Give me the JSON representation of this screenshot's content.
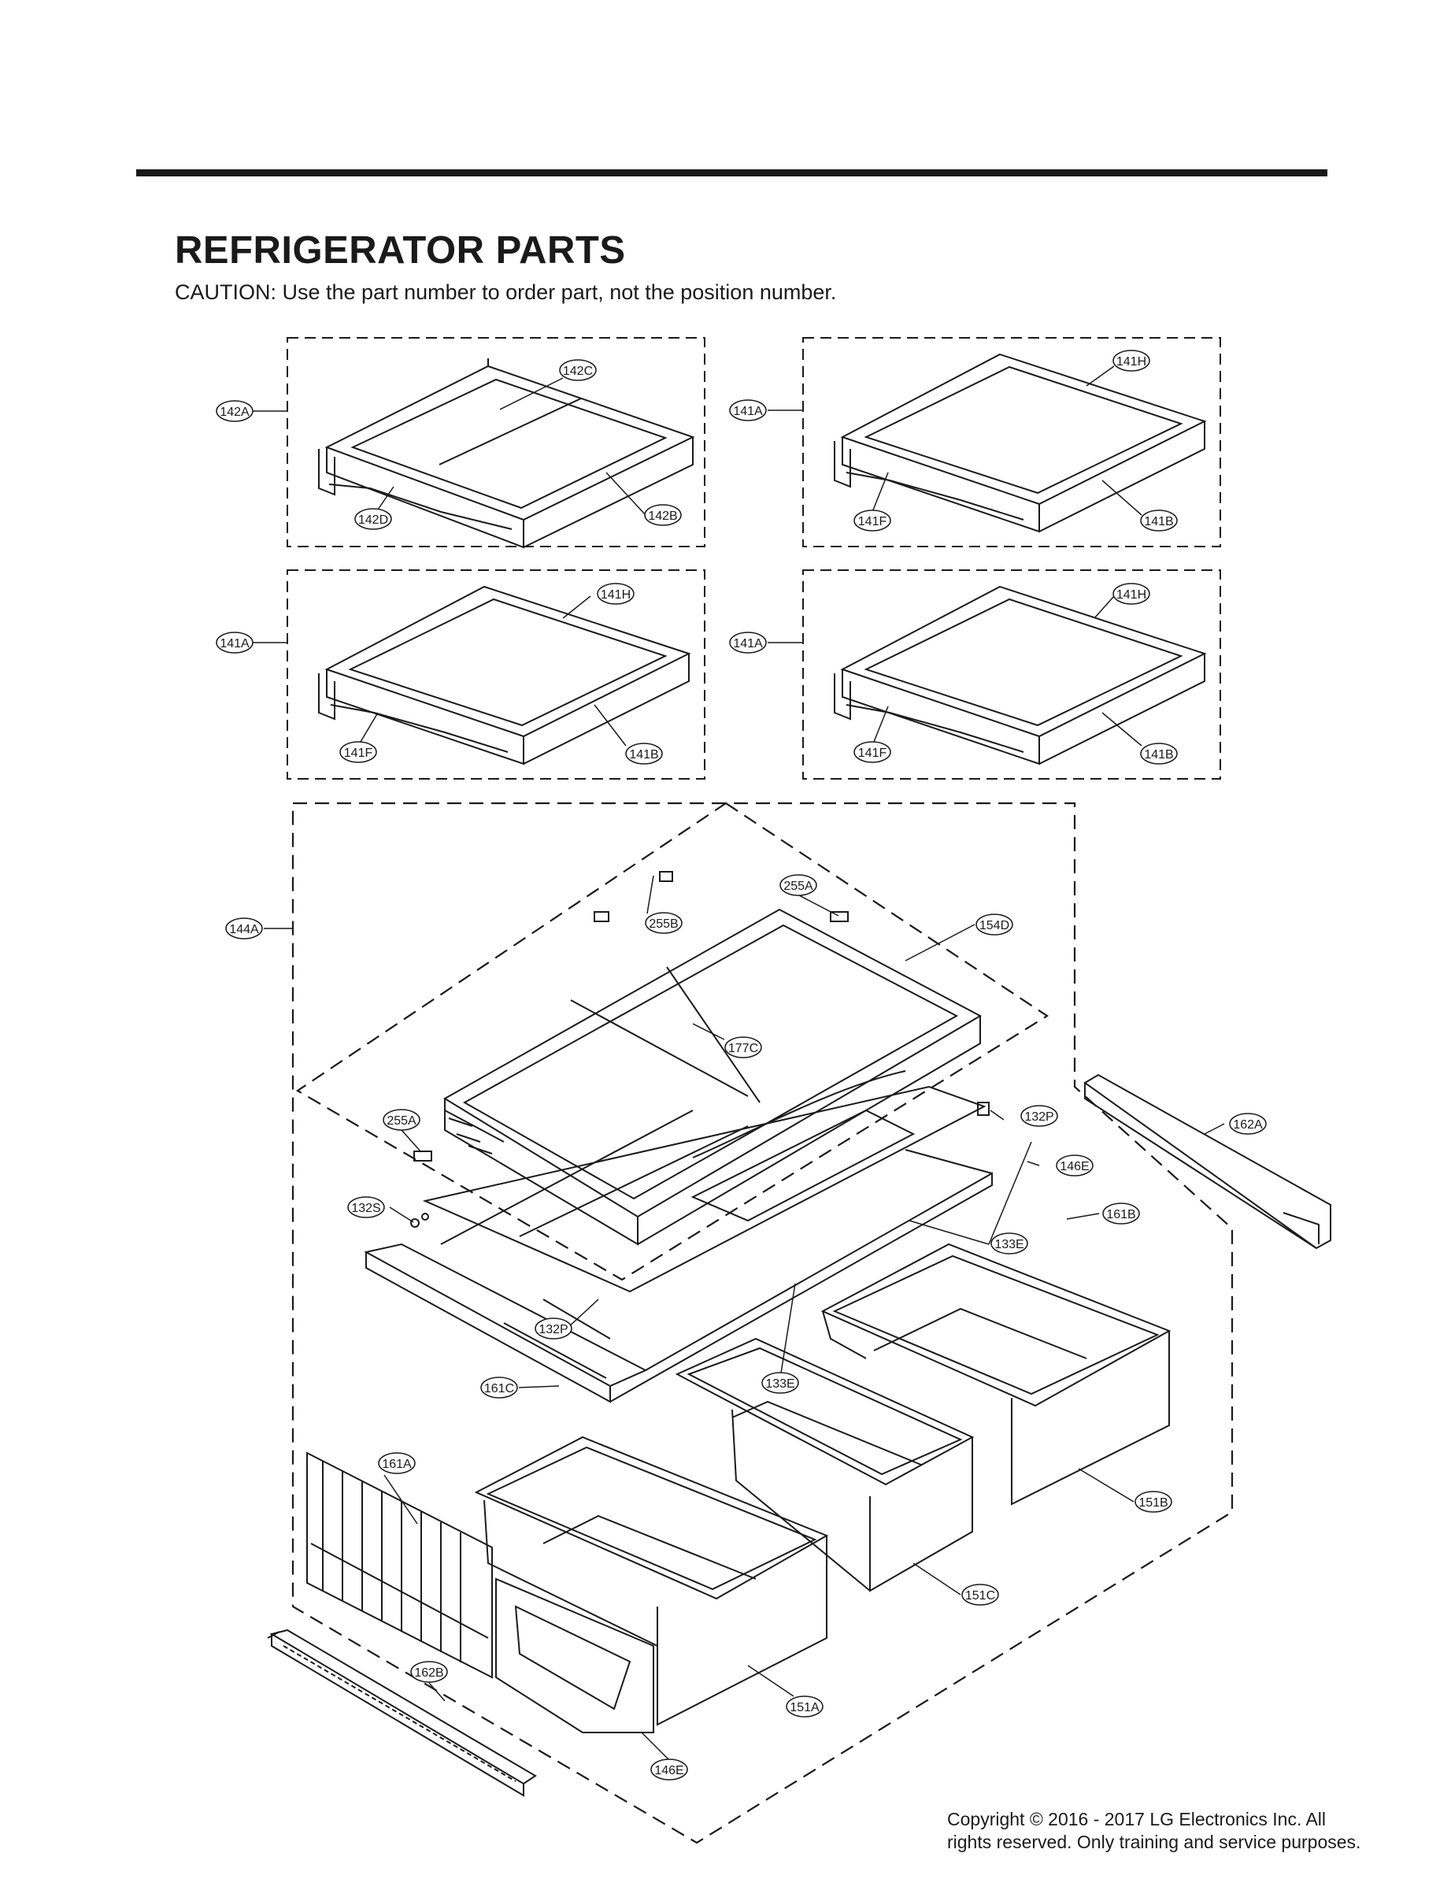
{
  "page": {
    "title": "REFRIGERATOR PARTS",
    "caution": "CAUTION: Use the part number to order part, not the position number.",
    "copyright_line1": "Copyright © 2016 - 2017 LG Electronics Inc. All",
    "copyright_line2": "rights reserved. Only training and service purposes."
  },
  "callouts": {
    "shelf_top_left": [
      "142A",
      "142C",
      "142D",
      "142B"
    ],
    "shelf_top_right": [
      "141A",
      "141H",
      "141F",
      "141B"
    ],
    "shelf_mid_left": [
      "141A",
      "141H",
      "141F",
      "141B"
    ],
    "shelf_mid_right": [
      "141A",
      "141H",
      "141F",
      "141B"
    ],
    "crisper_assembly": [
      "144A",
      "255A",
      "255B",
      "154D",
      "177C",
      "255A",
      "132P",
      "162A",
      "146E",
      "132S",
      "161B",
      "133E",
      "132P",
      "161C",
      "133E",
      "161A",
      "151B",
      "151C",
      "162B",
      "151A",
      "146E"
    ]
  }
}
